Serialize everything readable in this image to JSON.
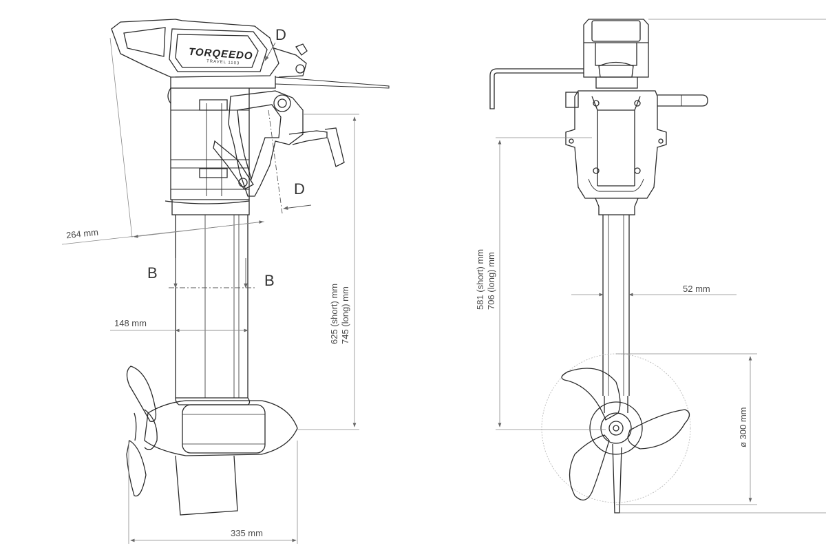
{
  "brand": {
    "logo_text": "TORQEEDO",
    "logo_subtext": "TRAVEL 1103"
  },
  "side_view": {
    "section_marks": {
      "d_top": "D",
      "d_bottom": "D",
      "b_left": "B",
      "b_right": "B"
    },
    "dimensions": {
      "tilt_width": "264 mm",
      "shaft_width": "148 mm",
      "total_length": "335 mm",
      "shaft_short": "625 (short) mm",
      "shaft_long": "745 (long) mm"
    }
  },
  "front_view": {
    "dimensions": {
      "shaft_short": "581 (short) mm",
      "shaft_long": "706 (long) mm",
      "shaft_diameter": "52 mm",
      "propeller_diameter": "ø 300 mm"
    }
  },
  "colors": {
    "line": "#2a2a2a",
    "dim_line": "#888888",
    "thin": "#999999"
  }
}
